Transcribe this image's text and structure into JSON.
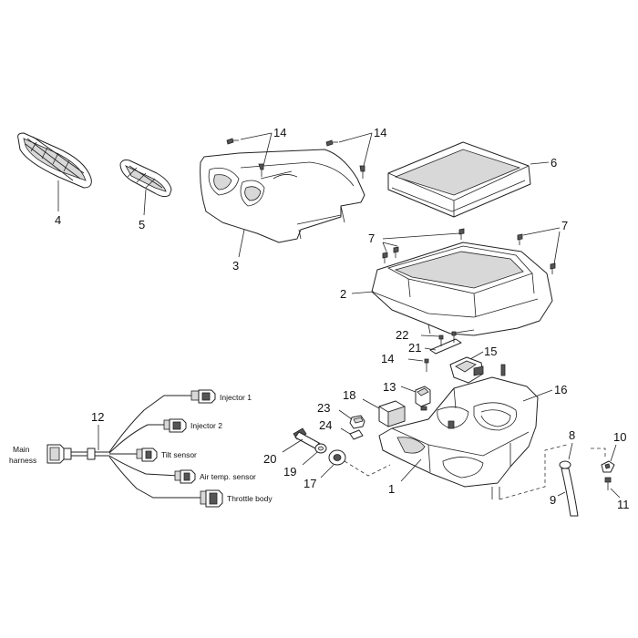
{
  "callouts": {
    "c1": "1",
    "c2": "2",
    "c3": "3",
    "c4": "4",
    "c5": "5",
    "c6": "6",
    "c7a": "7",
    "c7b": "7",
    "c8": "8",
    "c9": "9",
    "c10": "10",
    "c11": "11",
    "c12": "12",
    "c13": "13",
    "c14a": "14",
    "c14b": "14",
    "c14c": "14",
    "c15": "15",
    "c16": "16",
    "c17": "17",
    "c18": "18",
    "c19": "19",
    "c20": "20",
    "c21": "21",
    "c22": "22",
    "c23": "23",
    "c24": "24"
  },
  "harness": {
    "main": [
      "Main",
      "harness"
    ],
    "injector1": "Injector 1",
    "injector2": "Injector 2",
    "tilt": "Tilt sensor",
    "airtemp": "Air temp. sensor",
    "throttle": "Throttle body"
  }
}
